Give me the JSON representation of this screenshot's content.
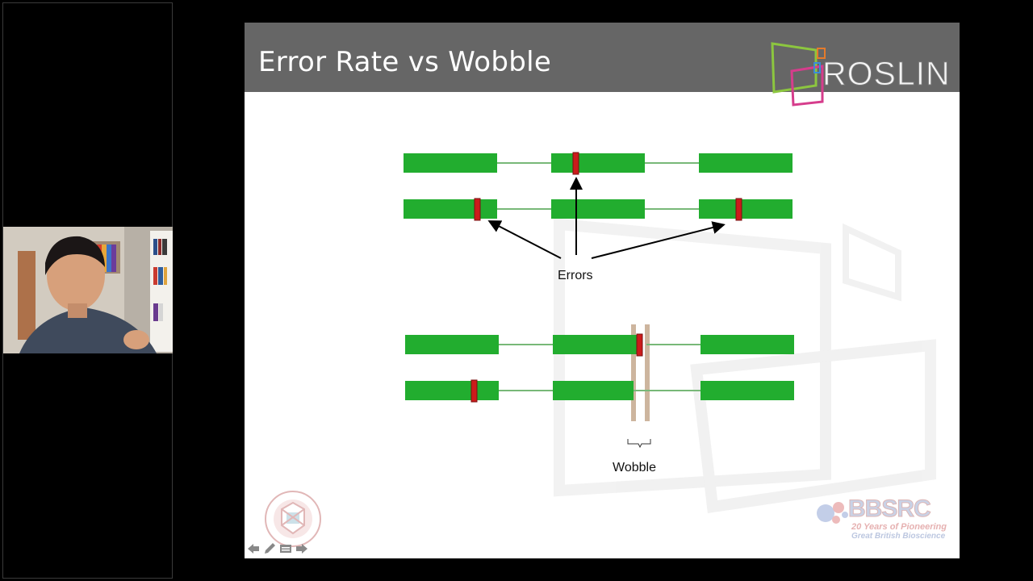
{
  "slide": {
    "title": "Error Rate vs Wobble",
    "logo_text": "ROSLIN",
    "errors_label": "Errors",
    "wobble_label": "Wobble",
    "bbsrc": {
      "name": "BBSRC",
      "tagline_1": "20 Years of Pioneering",
      "tagline_2": "Great British Bioscience"
    },
    "university_logo": "THE UNIVERSITY OF EDINBURGH"
  },
  "colors": {
    "header": "#666666",
    "exon": "#22ad2f",
    "intron_line": "#78b878",
    "error": "#cc1b1b",
    "wobble_band": "#c8ad93"
  },
  "icons": [
    "prev-slide-icon",
    "pen-icon",
    "slide-menu-icon",
    "next-slide-icon"
  ]
}
